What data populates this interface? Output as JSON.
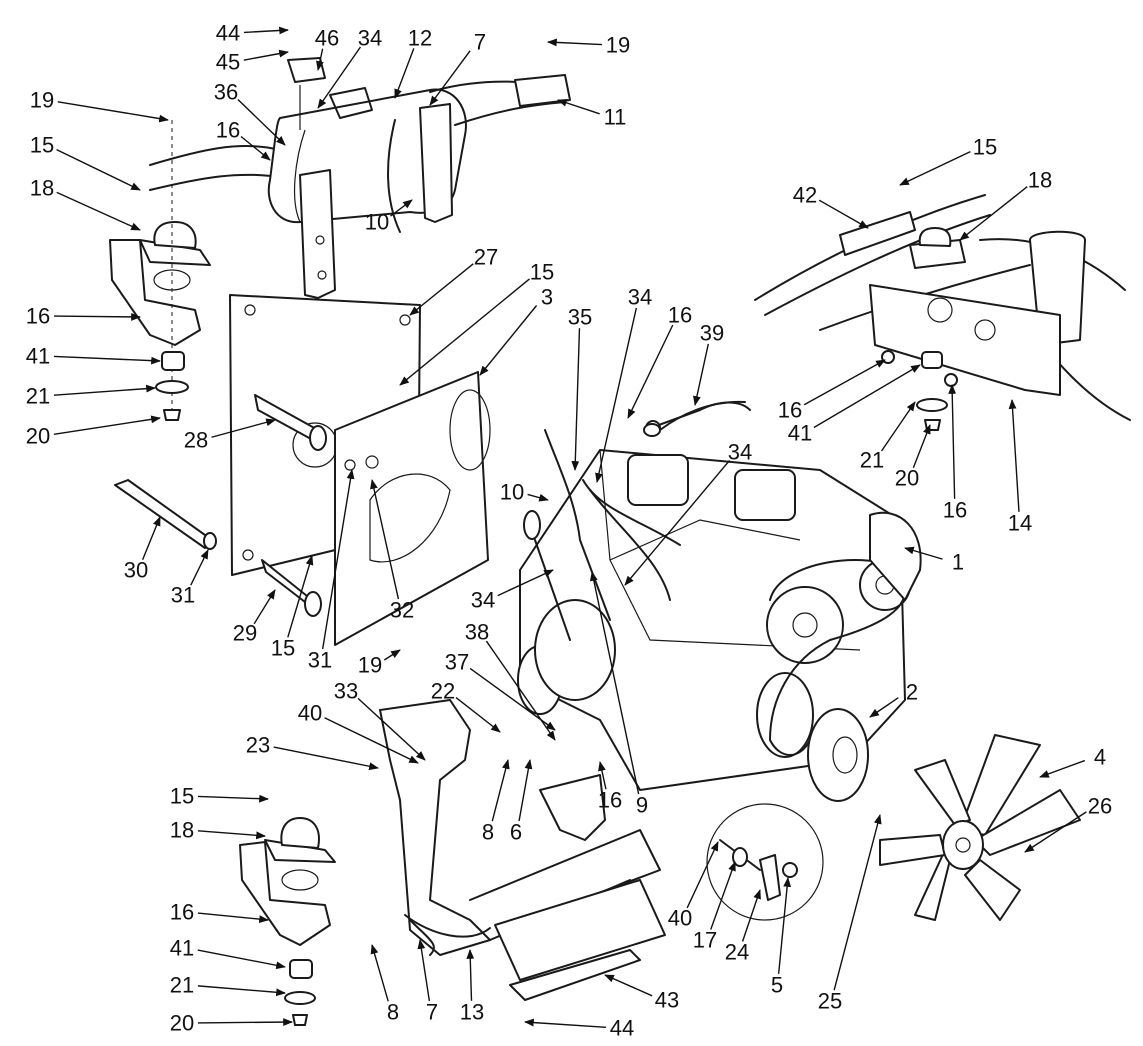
{
  "callouts": [
    {
      "id": "c44a",
      "label": "44"
    },
    {
      "id": "c45",
      "label": "45"
    },
    {
      "id": "c46",
      "label": "46"
    },
    {
      "id": "c34a",
      "label": "34"
    },
    {
      "id": "c12",
      "label": "12"
    },
    {
      "id": "c7a",
      "label": "7"
    },
    {
      "id": "c19a",
      "label": "19"
    },
    {
      "id": "c19b",
      "label": "19"
    },
    {
      "id": "c36",
      "label": "36"
    },
    {
      "id": "c11",
      "label": "11"
    },
    {
      "id": "c15a",
      "label": "15"
    },
    {
      "id": "c16a",
      "label": "16"
    },
    {
      "id": "c18a",
      "label": "18"
    },
    {
      "id": "c10a",
      "label": "10"
    },
    {
      "id": "c15b",
      "label": "15"
    },
    {
      "id": "c18b",
      "label": "18"
    },
    {
      "id": "c42",
      "label": "42"
    },
    {
      "id": "c27",
      "label": "27"
    },
    {
      "id": "c15c",
      "label": "15"
    },
    {
      "id": "c3",
      "label": "3"
    },
    {
      "id": "c34b",
      "label": "34"
    },
    {
      "id": "c16b",
      "label": "16"
    },
    {
      "id": "c35",
      "label": "35"
    },
    {
      "id": "c16c",
      "label": "16"
    },
    {
      "id": "c39",
      "label": "39"
    },
    {
      "id": "c41a",
      "label": "41"
    },
    {
      "id": "c21a",
      "label": "21"
    },
    {
      "id": "c20a",
      "label": "20"
    },
    {
      "id": "c16d",
      "label": "16"
    },
    {
      "id": "c41b",
      "label": "41"
    },
    {
      "id": "c21b",
      "label": "21"
    },
    {
      "id": "c20b",
      "label": "20"
    },
    {
      "id": "c16e",
      "label": "16"
    },
    {
      "id": "c14",
      "label": "14"
    },
    {
      "id": "c28",
      "label": "28"
    },
    {
      "id": "c34c",
      "label": "34"
    },
    {
      "id": "c10b",
      "label": "10"
    },
    {
      "id": "c1",
      "label": "1"
    },
    {
      "id": "c30",
      "label": "30"
    },
    {
      "id": "c31a",
      "label": "31"
    },
    {
      "id": "c32",
      "label": "32"
    },
    {
      "id": "c29",
      "label": "29"
    },
    {
      "id": "c15d",
      "label": "15"
    },
    {
      "id": "c31b",
      "label": "31"
    },
    {
      "id": "c34d",
      "label": "34"
    },
    {
      "id": "c38",
      "label": "38"
    },
    {
      "id": "c19c",
      "label": "19"
    },
    {
      "id": "c37",
      "label": "37"
    },
    {
      "id": "c33",
      "label": "33"
    },
    {
      "id": "c22",
      "label": "22"
    },
    {
      "id": "c40a",
      "label": "40"
    },
    {
      "id": "c2",
      "label": "2"
    },
    {
      "id": "c23",
      "label": "23"
    },
    {
      "id": "c4",
      "label": "4"
    },
    {
      "id": "c26",
      "label": "26"
    },
    {
      "id": "c15e",
      "label": "15"
    },
    {
      "id": "c8a",
      "label": "8"
    },
    {
      "id": "c6",
      "label": "6"
    },
    {
      "id": "c16f",
      "label": "16"
    },
    {
      "id": "c9",
      "label": "9"
    },
    {
      "id": "c18c",
      "label": "18"
    },
    {
      "id": "c16g",
      "label": "16"
    },
    {
      "id": "c40b",
      "label": "40"
    },
    {
      "id": "c17",
      "label": "17"
    },
    {
      "id": "c24",
      "label": "24"
    },
    {
      "id": "c5",
      "label": "5"
    },
    {
      "id": "c25",
      "label": "25"
    },
    {
      "id": "c41c",
      "label": "41"
    },
    {
      "id": "c21c",
      "label": "21"
    },
    {
      "id": "c20c",
      "label": "20"
    },
    {
      "id": "c8b",
      "label": "8"
    },
    {
      "id": "c7b",
      "label": "7"
    },
    {
      "id": "c13",
      "label": "13"
    },
    {
      "id": "c43",
      "label": "43"
    },
    {
      "id": "c44b",
      "label": "44"
    }
  ]
}
